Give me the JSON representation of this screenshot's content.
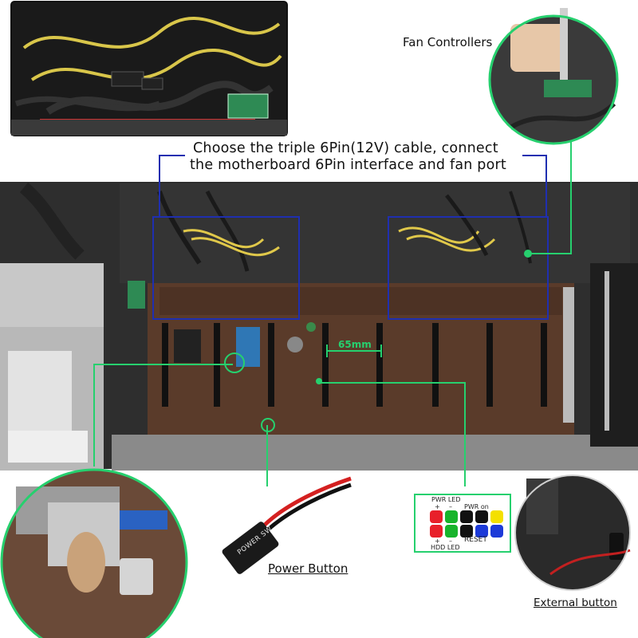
{
  "labels": {
    "fan_controllers": "Fan Controllers",
    "instruction_line1": "Choose the triple 6Pin(12V) cable, connect",
    "instruction_line2": "the motherboard 6Pin interface and fan port",
    "slot_spacing": "65mm",
    "power_button": "Power Button",
    "external_button": "External button",
    "power_sw_tag": "POWER SW"
  },
  "front_panel": {
    "pwr_led": "PWR LED",
    "hdd_led": "HDD LED",
    "pwr_on": "PWR on",
    "reset": "RESET",
    "plus": "+",
    "minus": "–",
    "pin_colors": [
      "#e8202a",
      "#18b42c",
      "#111111",
      "#111111",
      "#f4e000",
      "#e8202a",
      "#18b42c",
      "#111111",
      "#1c3ad8",
      "#1c3ad8"
    ]
  },
  "colors": {
    "highlight_blue": "#1f2fb0",
    "callout_green": "#26d06e",
    "board_brown": "#5a3b2a",
    "chassis_dark": "#2a2a2a"
  }
}
